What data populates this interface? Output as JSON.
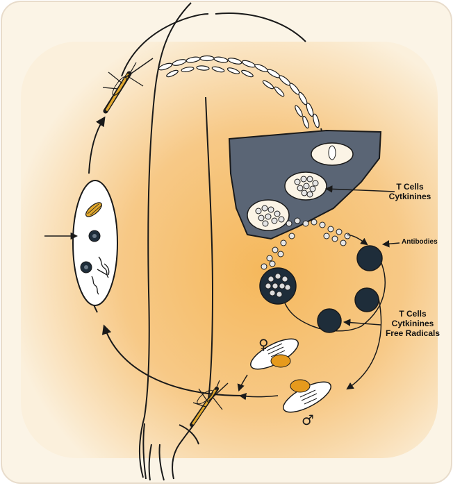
{
  "labels": {
    "liver_response": [
      "T Cells",
      "Cytkinines"
    ],
    "antibodies": "Antibodies",
    "blood_response": [
      "T Cells",
      "Cytkinines",
      "Free Radicals"
    ]
  },
  "symbols": {
    "female": "♀",
    "male": "♂"
  },
  "colors": {
    "background_glow": "#f6c274",
    "card": "#fbf4e6",
    "liver": "#5a6575",
    "cell_dark": "#1e2d3a",
    "mosquito_body": "#e0a72d",
    "gametocyte_yolk": "#e69a1c",
    "line": "#1a1a1a"
  }
}
